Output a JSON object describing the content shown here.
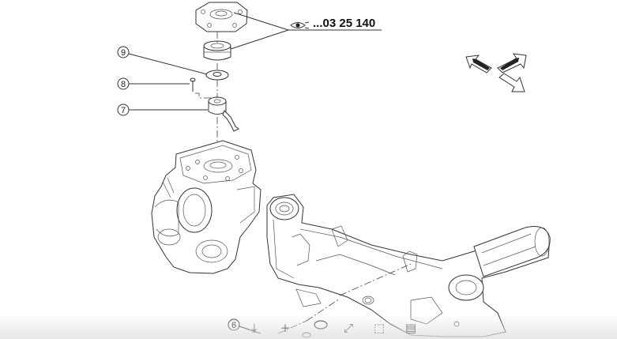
{
  "diagram": {
    "reference_number": "...03 25 140",
    "callouts": [
      {
        "id": "9",
        "label": "9"
      },
      {
        "id": "8",
        "label": "8"
      },
      {
        "id": "7",
        "label": "7"
      },
      {
        "id": "6",
        "label": "6"
      }
    ]
  },
  "toolbar": {
    "buttons": [
      {
        "name": "download-icon",
        "glyph": "⤓"
      },
      {
        "name": "crosshair-icon",
        "glyph": "+"
      },
      {
        "name": "fit-view-icon",
        "glyph": "⤢"
      },
      {
        "name": "select-region-icon",
        "glyph": "⬚"
      },
      {
        "name": "print-icon",
        "glyph": "▤"
      }
    ]
  },
  "colors": {
    "line": "#333333",
    "background": "#ffffff"
  }
}
